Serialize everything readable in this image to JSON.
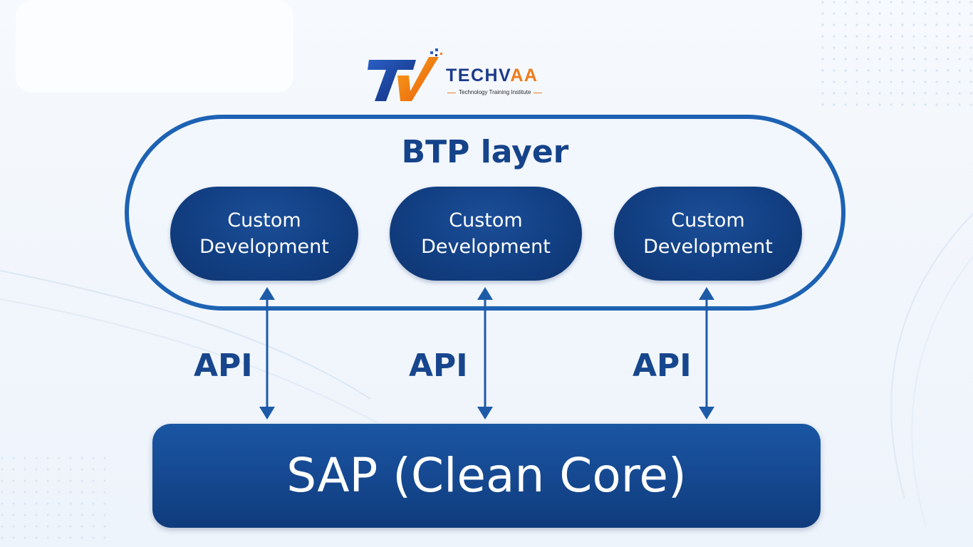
{
  "logo": {
    "name_part1": "TECHV",
    "name_part2": "AA",
    "tagline": "Technology Training Institute",
    "mark_letters": "TV"
  },
  "diagram": {
    "btp_title": "BTP layer",
    "custom_boxes": [
      {
        "label": "Custom\nDevelopment"
      },
      {
        "label": "Custom\nDevelopment"
      },
      {
        "label": "Custom\nDevelopment"
      }
    ],
    "api_labels": [
      "API",
      "API",
      "API"
    ],
    "core_label": "SAP (Clean Core)"
  },
  "colors": {
    "accent_blue": "#1d62b3",
    "dark_navy": "#123f83",
    "brand_orange": "#f07b1a",
    "title_blue": "#15438a"
  },
  "icons": {
    "connector": "double-headed-arrow",
    "logo_mark": "techvaa-logo-icon"
  }
}
